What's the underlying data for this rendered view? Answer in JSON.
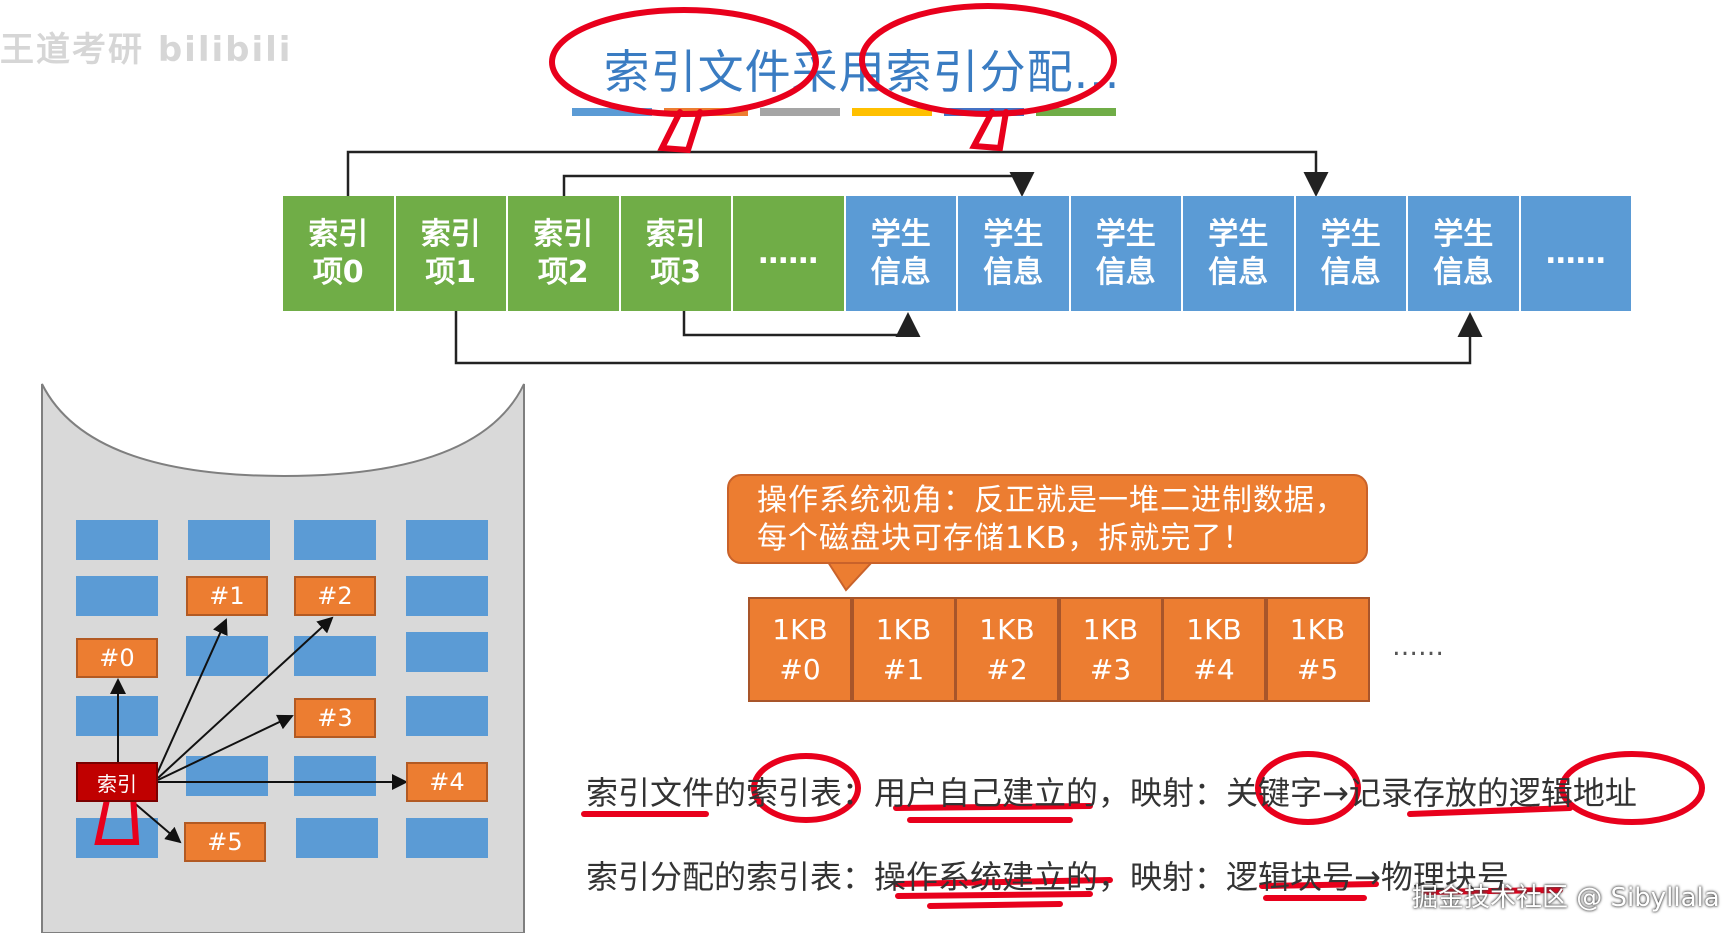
{
  "watermark": "王道考研 bilibili",
  "title": "索引文件采用索引分配...",
  "title_bar_colors": [
    "#5b9bd5",
    "#ed7d31",
    "#a5a5a5",
    "#ffc000",
    "#4472c4",
    "#70ad47"
  ],
  "colors": {
    "green": "#70ad47",
    "blue": "#5b9bd5",
    "orange": "#ec7d31",
    "red_ink": "#e8001c",
    "dark_red": "#c00000"
  },
  "index_cells": [
    "索引项0",
    "索引项1",
    "索引项2",
    "索引项3",
    "……"
  ],
  "student_cells": [
    "学生信息",
    "学生信息",
    "学生信息",
    "学生信息",
    "学生信息",
    "学生信息",
    "……"
  ],
  "disk": {
    "index_label": "索引",
    "blocks": [
      "#0",
      "#1",
      "#2",
      "#3",
      "#4",
      "#5"
    ]
  },
  "bubble_text": "操作系统视角：反正就是一堆二进制数据，每个磁盘块可存储1KB，拆就完了！",
  "kb_blocks": [
    {
      "size": "1KB",
      "id": "#0"
    },
    {
      "size": "1KB",
      "id": "#1"
    },
    {
      "size": "1KB",
      "id": "#2"
    },
    {
      "size": "1KB",
      "id": "#3"
    },
    {
      "size": "1KB",
      "id": "#4"
    },
    {
      "size": "1KB",
      "id": "#5"
    }
  ],
  "kb_ellipsis": "……",
  "line1": "索引文件的索引表：用户自己建立的，映射：关键字→记录存放的逻辑地址",
  "line2": "索引分配的索引表：操作系统建立的，映射：逻辑块号→物理块号",
  "footer": "掘金技术社区 @ Sibyllala"
}
